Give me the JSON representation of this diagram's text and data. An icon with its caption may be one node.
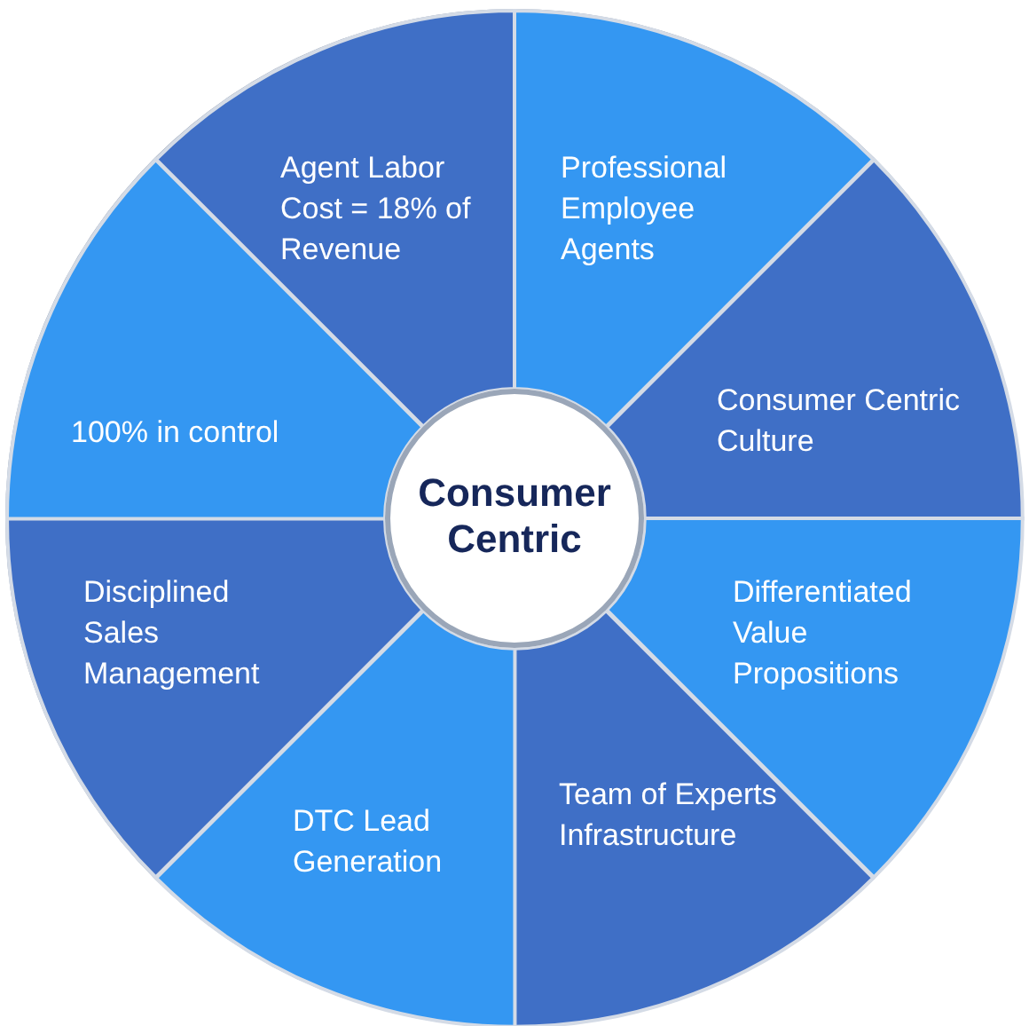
{
  "diagram": {
    "nodes": [
      {
        "text": [
          "Consumer Centric"
        ]
      },
      {
        "text": [
          "Agent Labor Cost = 18% of Revenue"
        ]
      },
      {
        "text": [
          "Professional Employee Agents"
        ]
      },
      {
        "text": [
          "Consumer Centric Culture"
        ]
      },
      {
        "text": [
          "Differentiated Value Propositions"
        ]
      },
      {
        "text": [
          "Team of Experts Infrastructure"
        ]
      },
      {
        "text": [
          "DTC Lead Generation"
        ]
      },
      {
        "text": [
          "Disciplined Sales Management"
        ]
      },
      {
        "text": [
          "100% in control"
        ]
      }
    ]
  }
}
